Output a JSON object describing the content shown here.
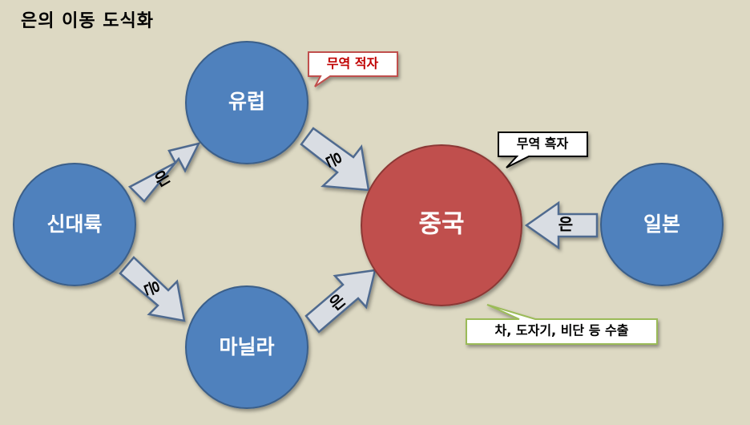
{
  "title": "은의 이동 도식화",
  "nodes": {
    "new_world": "신대륙",
    "europe": "유럽",
    "manila": "마닐라",
    "china": "중국",
    "japan": "일본"
  },
  "arrows": {
    "new_world_to_europe": "은",
    "europe_to_china": "은",
    "new_world_to_manila": "은",
    "manila_to_china": "은",
    "japan_to_china": "은"
  },
  "callouts": {
    "europe_deficit": "무역 적자",
    "china_surplus": "무역 흑자",
    "china_exports": "차, 도자기, 비단 등 수출"
  },
  "colors": {
    "background": "#ddd9c3",
    "node_blue": "#4f81bd",
    "node_red": "#c0504d",
    "arrow_fill": "#d9dde3",
    "arrow_stroke": "#4f6b8f",
    "deficit_border": "#c0504d",
    "deficit_text": "#c00000",
    "surplus_border": "#000000",
    "exports_border": "#9bbb59"
  }
}
